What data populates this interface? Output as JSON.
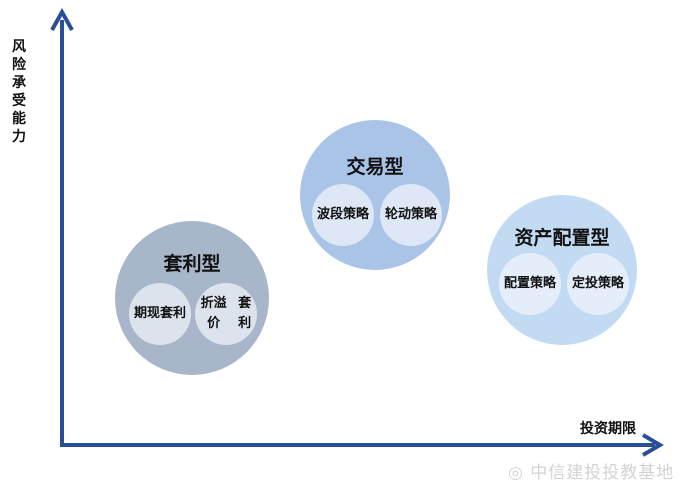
{
  "axes": {
    "y_label": "风险承受能力",
    "x_label": "投资期限",
    "color": "#2a4f9a"
  },
  "groups": [
    {
      "title": "套利型",
      "color": "#a7b6c9",
      "inner_color": "#dde3ec",
      "strategies": [
        [
          "期现",
          "套利"
        ],
        [
          "折溢价",
          "套利"
        ]
      ]
    },
    {
      "title": "交易型",
      "color": "#aac4e8",
      "inner_color": "#dde7f5",
      "strategies": [
        [
          "波段",
          "策略"
        ],
        [
          "轮动",
          "策略"
        ]
      ]
    },
    {
      "title": "资产配置型",
      "color": "#c3daf3",
      "inner_color": "#e4eefa",
      "strategies": [
        [
          "配置",
          "策略"
        ],
        [
          "定投",
          "策略"
        ]
      ]
    }
  ],
  "watermark": "中信建投投教基地"
}
